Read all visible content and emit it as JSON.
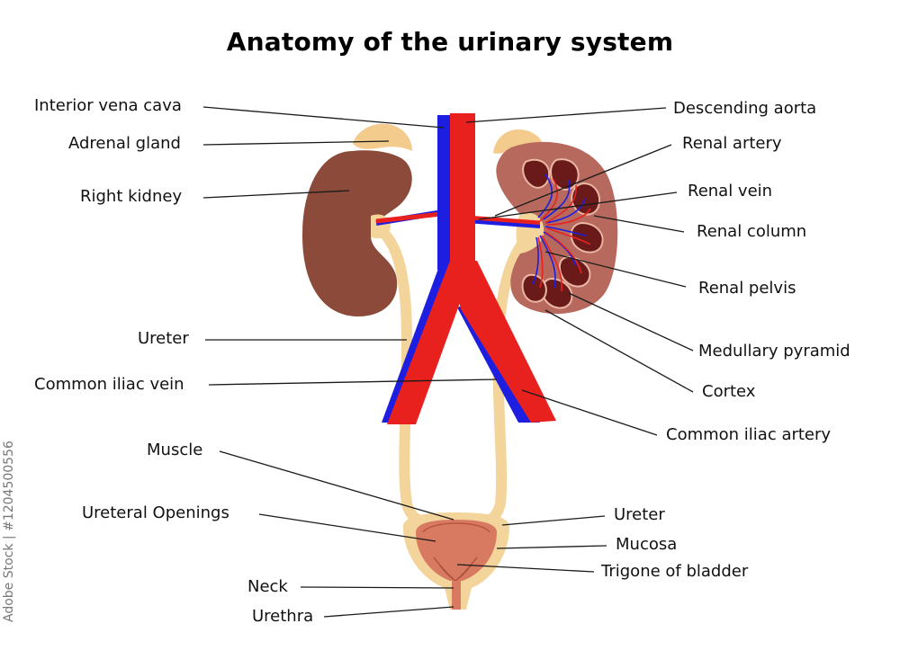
{
  "title": "Anatomy of the urinary system",
  "stock_id": "Adobe Stock | #1204500556",
  "colors": {
    "kidney": "#8B4A3A",
    "kidney_section": "#B8695E",
    "pyramid": "#6B1A1A",
    "adrenal": "#F3CB8C",
    "ureter": "#F3D59B",
    "vein": "#1E1EE0",
    "artery": "#E8211E",
    "bladder": "#D87A62"
  },
  "labels_left": {
    "interior_vena_cava": "Interior vena cava",
    "adrenal_gland": "Adrenal gland",
    "right_kidney": "Right kidney",
    "ureter": "Ureter",
    "common_iliac_vein": "Common iliac vein",
    "muscle": "Muscle",
    "ureteral_openings": "Ureteral Openings",
    "neck": "Neck",
    "urethra": "Urethra"
  },
  "labels_right": {
    "descending_aorta": "Descending aorta",
    "renal_artery": "Renal artery",
    "renal_vein": "Renal vein",
    "renal_column": "Renal column",
    "renal_pelvis": "Renal pelvis",
    "medullary_pyramid": "Medullary pyramid",
    "cortex": "Cortex",
    "common_iliac_artery": "Common iliac artery",
    "ureter": "Ureter",
    "mucosa": "Mucosa",
    "trigone_of_bladder": "Trigone of bladder"
  }
}
